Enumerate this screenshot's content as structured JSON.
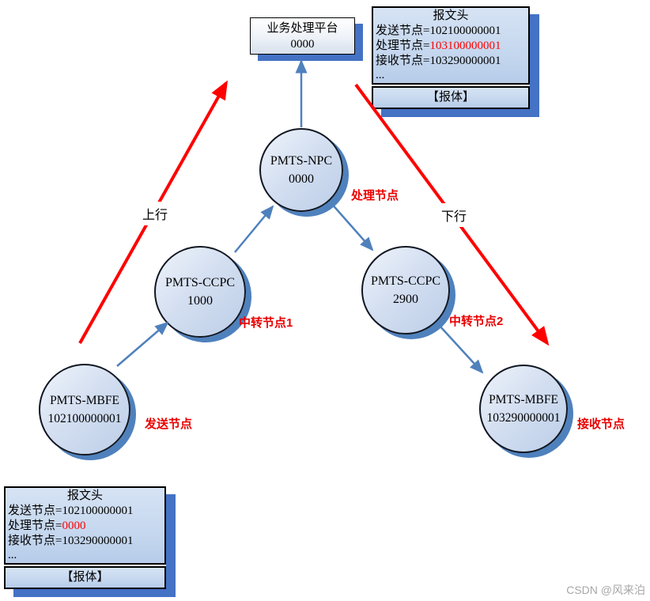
{
  "platform": {
    "line1": "业务处理平台",
    "line2": "0000"
  },
  "nodes": [
    {
      "id": "npc",
      "line1": "PMTS-NPC",
      "line2": "0000",
      "role": "处理节点"
    },
    {
      "id": "ccpc1",
      "line1": "PMTS-CCPC",
      "line2": "1000",
      "role": "中转节点1"
    },
    {
      "id": "ccpc2",
      "line1": "PMTS-CCPC",
      "line2": "2900",
      "role": "中转节点2"
    },
    {
      "id": "mbfe_send",
      "line1": "PMTS-MBFE",
      "line2": "102100000001",
      "role": "发送节点"
    },
    {
      "id": "mbfe_recv",
      "line1": "PMTS-MBFE",
      "line2": "103290000001",
      "role": "接收节点"
    }
  ],
  "flow_labels": {
    "up": "上行",
    "down": "下行"
  },
  "messages": {
    "top_right": {
      "header_title": "报文头",
      "rows": [
        {
          "label": "发送节点=",
          "value": "102100000001",
          "highlight": false
        },
        {
          "label": "处理节点=",
          "value": "103100000001",
          "highlight": true
        },
        {
          "label": "接收节点=",
          "value": "103290000001",
          "highlight": false
        }
      ],
      "ellipsis": "...",
      "body_label": "【报体】"
    },
    "bottom_left": {
      "header_title": "报文头",
      "rows": [
        {
          "label": "发送节点=",
          "value": "102100000001",
          "highlight": false
        },
        {
          "label": "处理节点=",
          "value": "0000",
          "highlight": true
        },
        {
          "label": "接收节点=",
          "value": "103290000001",
          "highlight": false
        }
      ],
      "ellipsis": "...",
      "body_label": "【报体】"
    }
  },
  "colors": {
    "box_fill": "#c5d9f1",
    "box_shadow_blue": "#4472c4",
    "node_crescent": "#4f81bd",
    "arrow_blue": "#4f81bd",
    "arrow_red": "#fe0000",
    "role_red": "#e90000"
  },
  "watermark": "CSDN @风来泊"
}
